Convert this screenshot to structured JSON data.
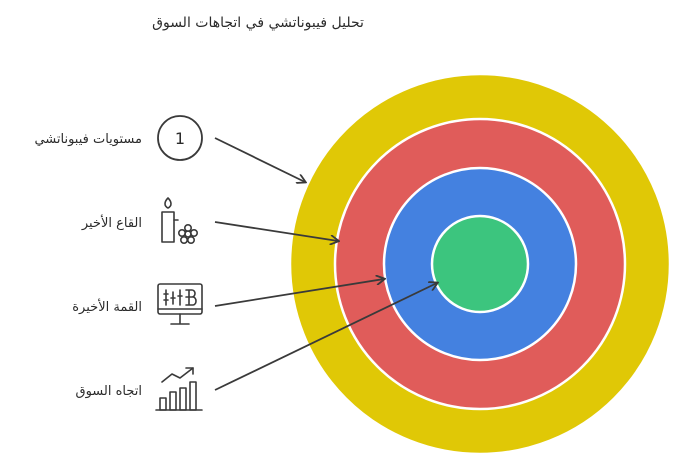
{
  "title": "تحليل فيبوناتشي في اتجاهات السوق",
  "rings": [
    {
      "name": "yellow",
      "color": "#e0c806"
    },
    {
      "name": "red",
      "color": "#e05c5a"
    },
    {
      "name": "blue",
      "color": "#4481e0"
    },
    {
      "name": "green",
      "color": "#3cc57e"
    }
  ],
  "items": [
    {
      "label": "مستويات فيبوناتشي",
      "icon": "number-one-circle-icon",
      "badge": "1"
    },
    {
      "label": "القاع الأخير",
      "icon": "candle-flower-icon"
    },
    {
      "label": "القمة الأخيرة",
      "icon": "bitcoin-monitor-icon"
    },
    {
      "label": "اتجاه السوق",
      "icon": "rising-bar-chart-icon"
    }
  ]
}
